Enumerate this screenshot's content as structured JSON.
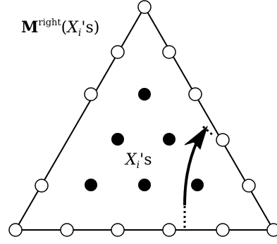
{
  "labels": {
    "top_label": {
      "base": "M",
      "superscript": "right",
      "paren_open": "(",
      "var": "X",
      "subscript": "i",
      "suffix": "'s)"
    },
    "center_label": {
      "var": "X",
      "subscript": "i",
      "suffix": "'s"
    }
  },
  "colors": {
    "stroke": "#000000",
    "open_fill": "#ffffff",
    "filled_fill": "#000000"
  }
}
